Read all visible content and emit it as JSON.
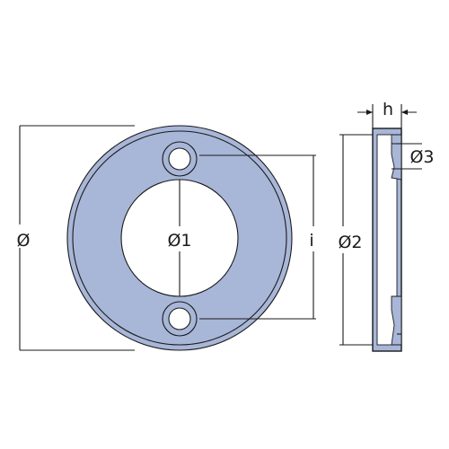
{
  "colors": {
    "part_fill": "#a8b6d8",
    "outline": "#1a1a1a",
    "background": "#ffffff"
  },
  "labels": {
    "outer_diameter": "Ø",
    "inner_diameter": "Ø1",
    "hole_spacing": "i",
    "side_diameter": "Ø2",
    "bolt_hole_diameter": "Ø3",
    "thickness": "h"
  }
}
